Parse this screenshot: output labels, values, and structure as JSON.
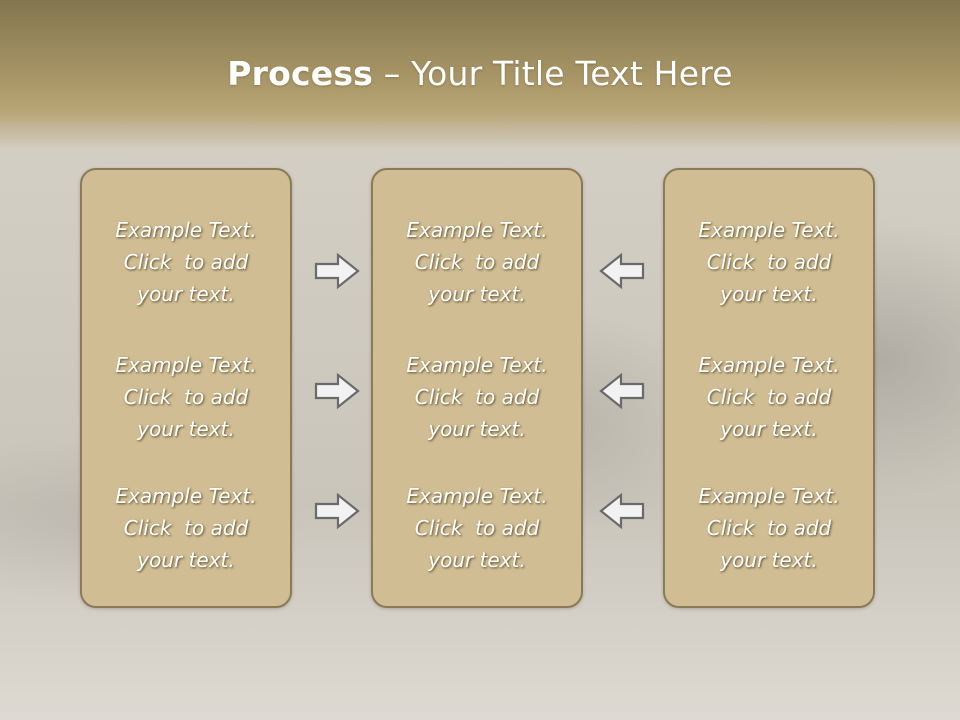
{
  "slide": {
    "title_bold": "Process",
    "title_rest": " – Your Title Text Here"
  },
  "columns": [
    {
      "items": [
        {
          "line1": "Example Text.",
          "line2": "Click  to add",
          "line3": "your text."
        },
        {
          "line1": "Example Text.",
          "line2": "Click  to add",
          "line3": "your text."
        },
        {
          "line1": "Example Text.",
          "line2": "Click  to add",
          "line3": "your text."
        }
      ]
    },
    {
      "items": [
        {
          "line1": "Example Text.",
          "line2": "Click  to add",
          "line3": "your text."
        },
        {
          "line1": "Example Text.",
          "line2": "Click  to add",
          "line3": "your text."
        },
        {
          "line1": "Example Text.",
          "line2": "Click  to add",
          "line3": "your text."
        }
      ]
    },
    {
      "items": [
        {
          "line1": "Example Text.",
          "line2": "Click  to add",
          "line3": "your text."
        },
        {
          "line1": "Example Text.",
          "line2": "Click  to add",
          "line3": "your text."
        },
        {
          "line1": "Example Text.",
          "line2": "Click  to add",
          "line3": "your text."
        }
      ]
    }
  ],
  "arrows": {
    "left_group": "arrow-right-icon",
    "right_group": "arrow-left-icon"
  },
  "colors": {
    "header": "#a39162",
    "box_fill": "#d0bd93",
    "box_border": "#8a7a58",
    "arrow_fill": "#f2f2f2",
    "arrow_stroke": "#6a6a6a"
  }
}
